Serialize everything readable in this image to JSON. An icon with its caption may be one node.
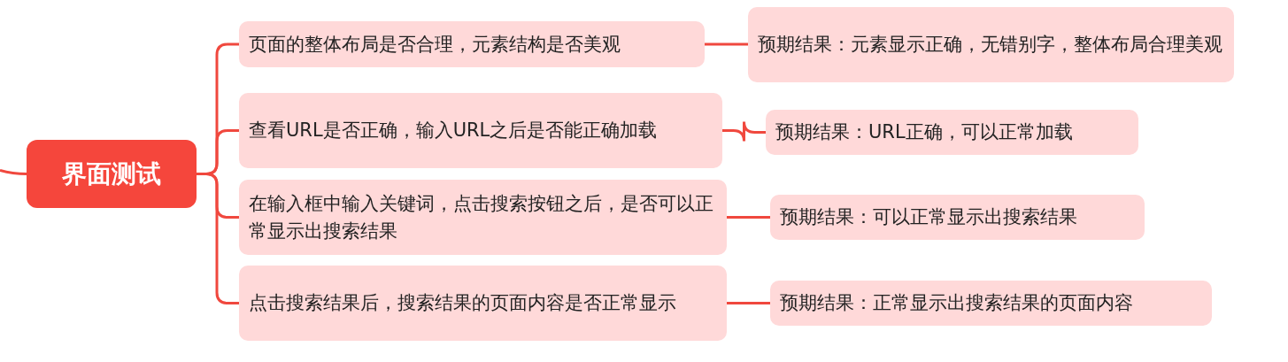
{
  "diagram": {
    "nodes": [
      {
        "text": [
          "界面测试"
        ]
      },
      {
        "text": [
          "页面的整体布局是否合理，元素结构是否美观"
        ]
      },
      {
        "text": [
          "查看URL是否正确，输入URL之后是否能正确加载"
        ]
      },
      {
        "text": [
          "在输入框中输入关键词，点击搜索按钮之后，是否可以正常显示出搜索结果"
        ]
      },
      {
        "text": [
          "点击搜索结果后，搜索结果的页面内容是否正常显示"
        ]
      },
      {
        "text": [
          "预期结果：元素显示正确，无错别字，整体布局合理美观"
        ]
      },
      {
        "text": [
          "预期结果：URL正确，可以正常加载"
        ]
      },
      {
        "text": [
          "预期结果：可以正常显示出搜索结果"
        ]
      },
      {
        "text": [
          "预期结果：正常显示出搜索结果的页面内容"
        ]
      }
    ],
    "edges": [
      {
        "from": null,
        "to": 0,
        "arrow": "none"
      },
      {
        "from": 0,
        "to": 1,
        "arrow": "none"
      },
      {
        "from": 0,
        "to": 2,
        "arrow": "none"
      },
      {
        "from": 0,
        "to": 3,
        "arrow": "none"
      },
      {
        "from": 0,
        "to": 4,
        "arrow": "none"
      },
      {
        "from": 1,
        "to": 5,
        "arrow": "none"
      },
      {
        "from": 2,
        "to": 6,
        "arrow": "none"
      },
      {
        "from": 3,
        "to": 7,
        "arrow": "none"
      },
      {
        "from": 4,
        "to": 8,
        "arrow": "none"
      }
    ]
  }
}
